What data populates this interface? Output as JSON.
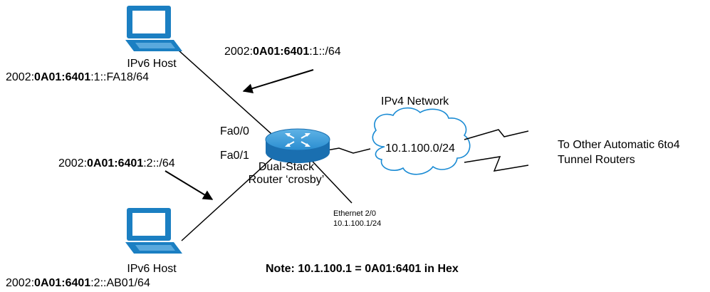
{
  "host_top": {
    "label": "IPv6 Host",
    "addr_prefix": "2002:",
    "addr_bold": "0A01:6401",
    "addr_suffix": ":1::FA18/64"
  },
  "host_bottom": {
    "label": "IPv6 Host",
    "addr_prefix": "2002:",
    "addr_bold": "0A01:6401",
    "addr_suffix": ":2::AB01/64"
  },
  "subnet_top": {
    "prefix": "2002:",
    "bold": "0A01:6401",
    "suffix": ":1::/64"
  },
  "subnet_bottom": {
    "prefix": "2002:",
    "bold": "0A01:6401",
    "suffix": ":2::/64"
  },
  "router": {
    "iface_top": "Fa0/0",
    "iface_bottom": "Fa0/1",
    "name_line1": "Dual-Stack",
    "name_line2": "Router ‘crosby’",
    "eth_name": "Ethernet 2/0",
    "eth_addr": "10.1.100.1/24"
  },
  "ipv4_cloud": {
    "title": "IPv4 Network",
    "subnet": "10.1.100.0/24"
  },
  "remote": {
    "line1": "To Other Automatic 6to4",
    "line2": "Tunnel Routers"
  },
  "note": "Note: 10.1.100.1 = 0A01:6401 in Hex",
  "colors": {
    "router_blue": "#1a7fc3",
    "host_blue": "#1b7fc2",
    "line": "#000000"
  }
}
